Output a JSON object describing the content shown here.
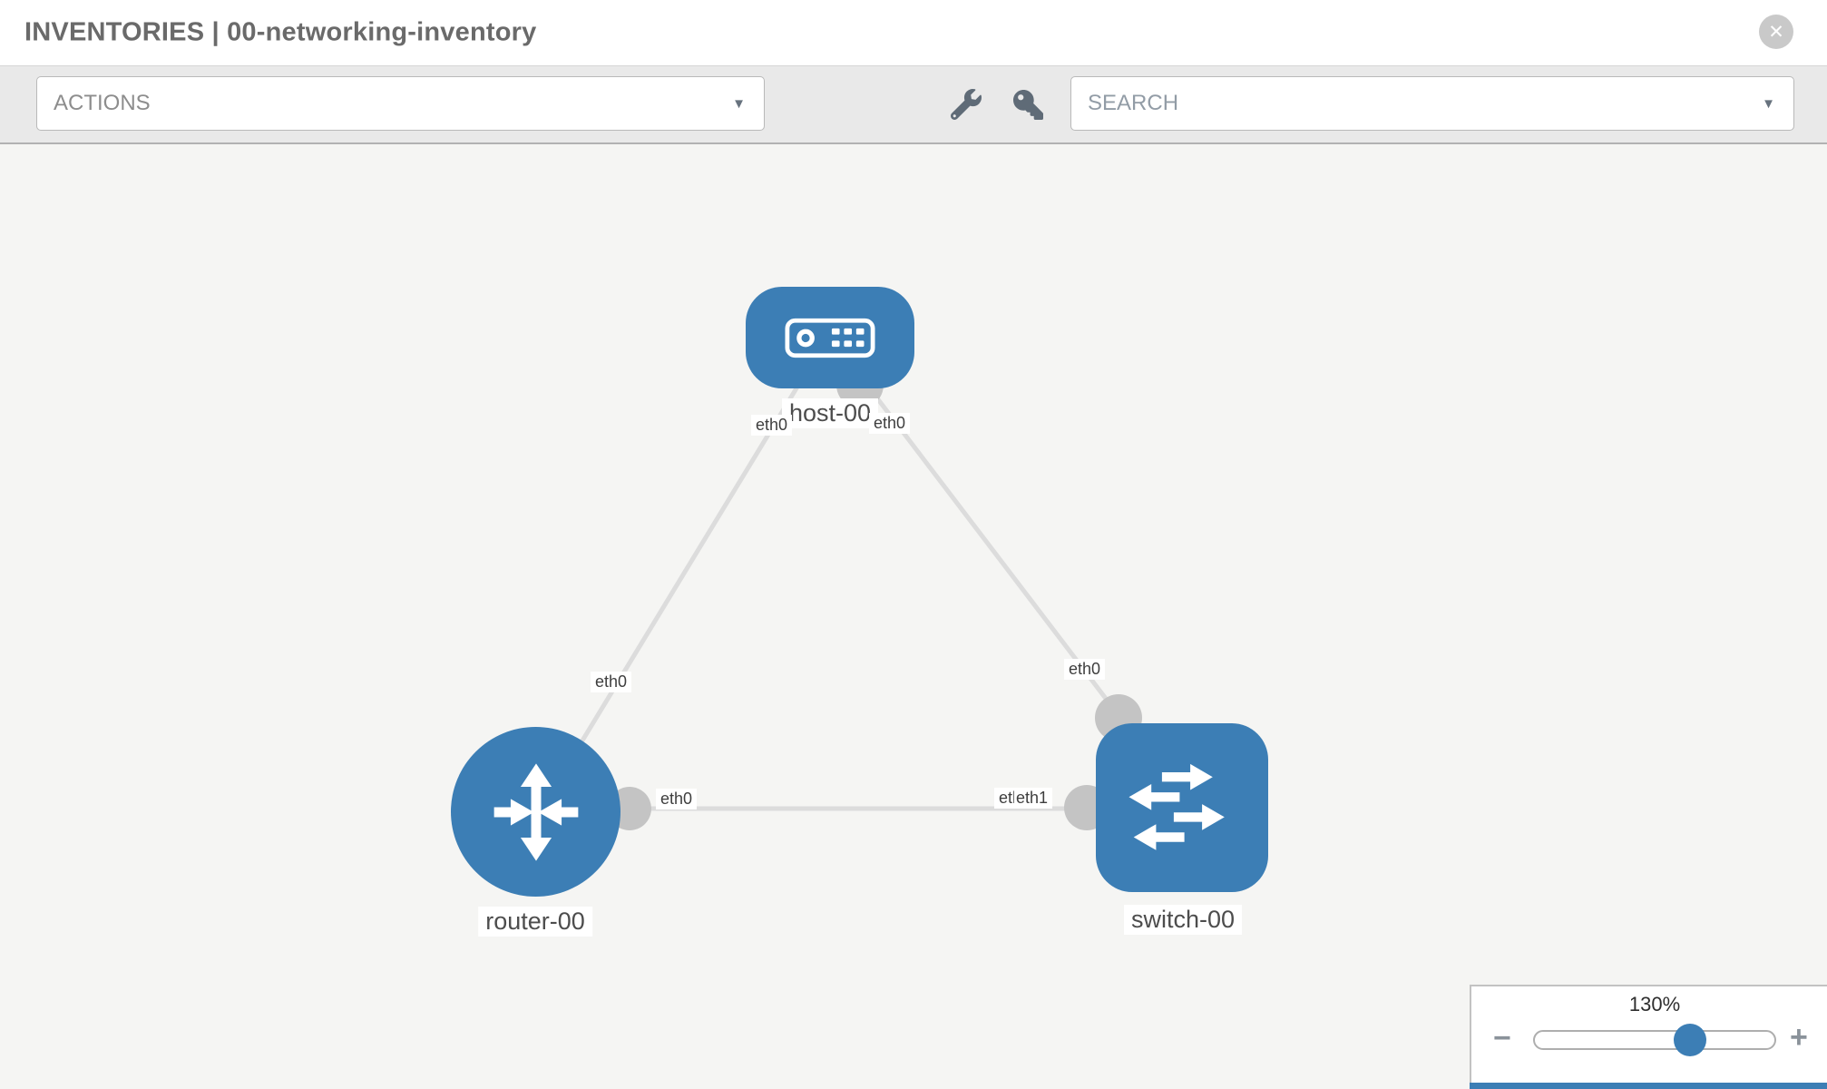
{
  "header": {
    "title": "INVENTORIES | 00-networking-inventory"
  },
  "toolbar": {
    "actions_label": "ACTIONS",
    "search_label": "SEARCH"
  },
  "icons": {
    "close": "✕",
    "caret": "▼",
    "minus": "−",
    "plus": "+"
  },
  "topology": {
    "nodes": [
      {
        "id": "host-00",
        "label": "host-00",
        "type": "host"
      },
      {
        "id": "router-00",
        "label": "router-00",
        "type": "router"
      },
      {
        "id": "switch-00",
        "label": "switch-00",
        "type": "switch"
      }
    ],
    "links": [
      {
        "source": "host-00",
        "target": "router-00",
        "source_interface": "eth0",
        "target_interface": "eth0"
      },
      {
        "source": "host-00",
        "target": "switch-00",
        "source_interface": "eth0",
        "target_interface": "eth0"
      },
      {
        "source": "router-00",
        "target": "switch-00",
        "source_interface": "eth0",
        "target_interface": "eth1",
        "target_interface_overlapped": "eth0"
      }
    ]
  },
  "zoom_control": {
    "level": "130%"
  },
  "colors": {
    "node_blue": "#3c7eb5",
    "link_gray": "#dcdcdc",
    "interface_gray": "#c4c4c4",
    "toolbar_bg": "#e9e9e9",
    "canvas_bg": "#f5f5f3"
  }
}
